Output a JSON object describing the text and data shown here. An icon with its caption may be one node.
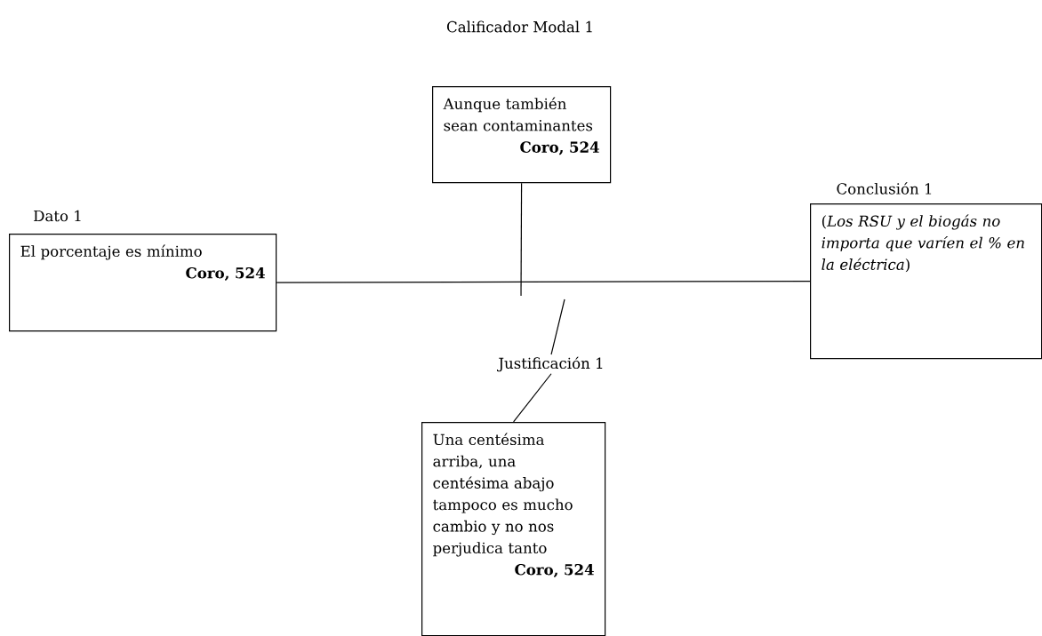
{
  "diagram": {
    "nodes": [
      {
        "text": [
          "Dato 1",
          "El porcentaje es mínimo",
          "Coro, 524"
        ]
      },
      {
        "text": [
          "Calificador Modal 1",
          "Aunque también sean contaminantes",
          "Coro, 524"
        ]
      },
      {
        "text": [
          "Conclusión 1",
          "(*Los RSU y el biogás no importa que varíen el % en la eléctrica*)"
        ]
      },
      {
        "text": [
          "Justificación 1",
          "Una centésima arriba, una centésima abajo tampoco es mucho cambio y no nos perjudica tanto",
          "Coro, 524"
        ]
      }
    ],
    "edges": [
      {
        "from": 0,
        "to": 2,
        "arrow": "none"
      },
      {
        "from": 1,
        "to": null,
        "arrow": "none"
      },
      {
        "from": 3,
        "to": null,
        "arrow": "none"
      }
    ]
  }
}
